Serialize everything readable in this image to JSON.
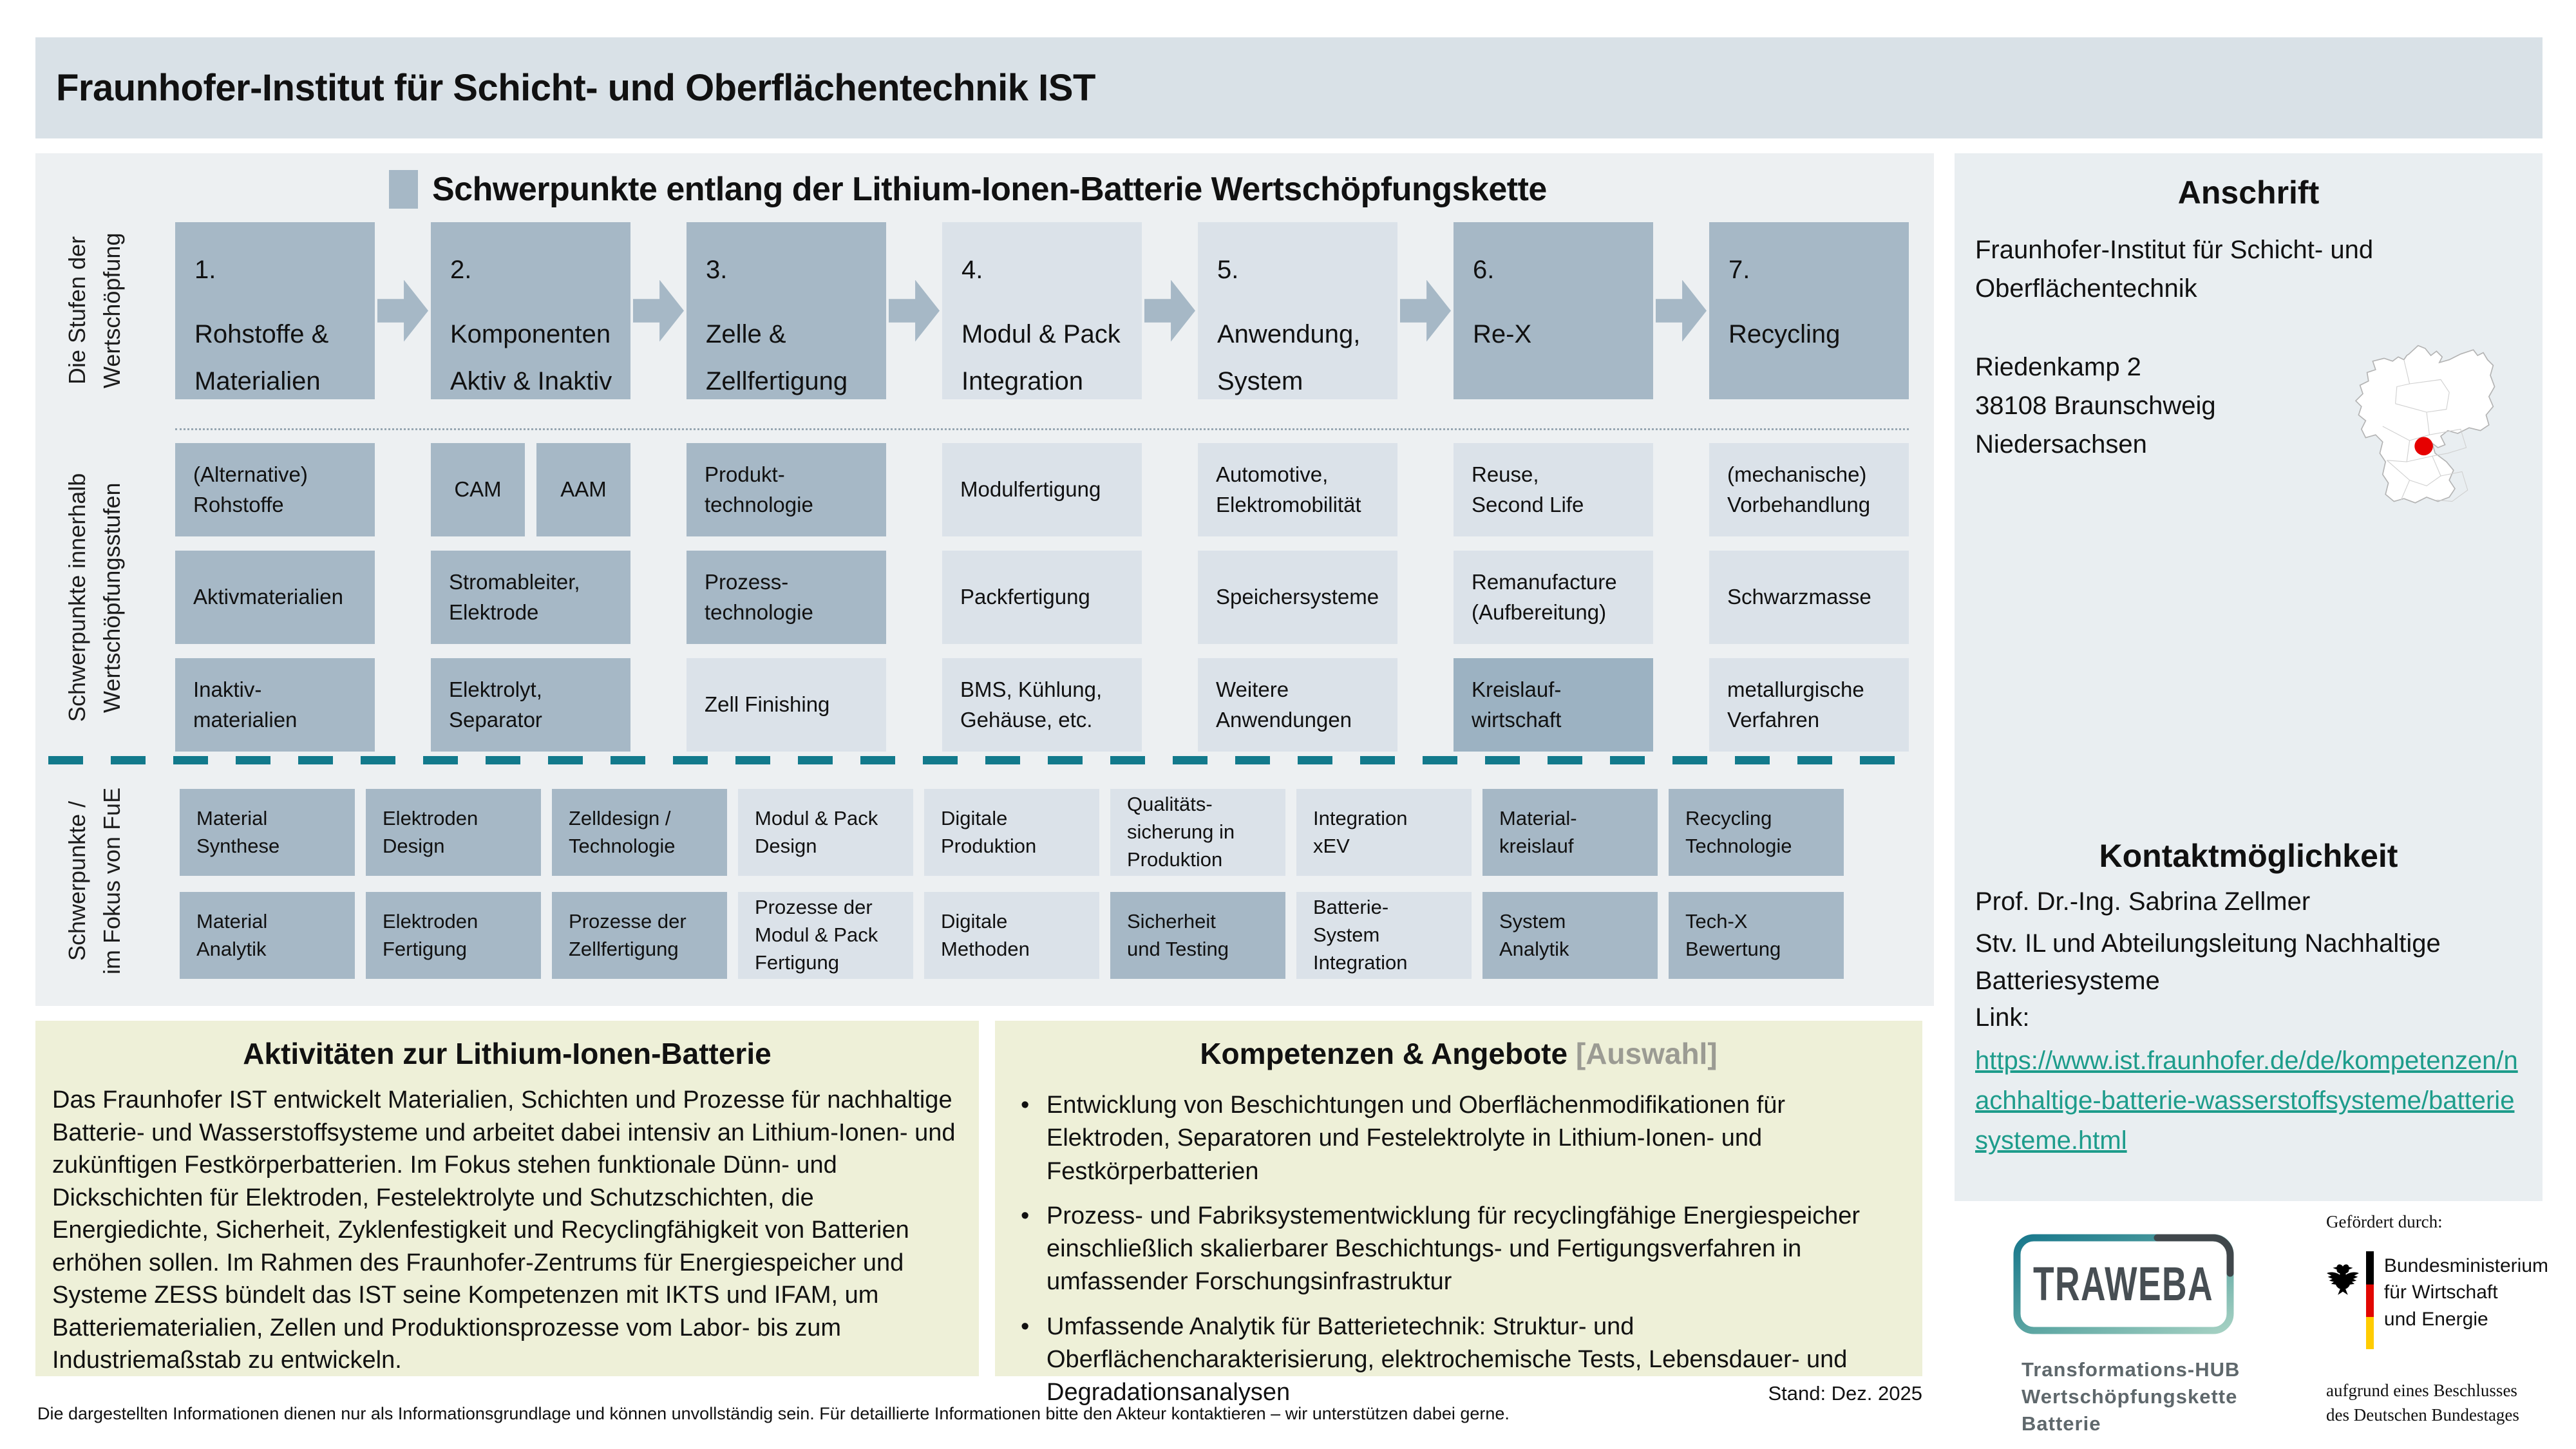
{
  "header": {
    "title": "Fraunhofer-Institut für Schicht- und Oberflächentechnik IST"
  },
  "chain": {
    "section_title": "Schwerpunkte entlang der Lithium-Ionen-Batterie Wertschöpfungskette",
    "row_labels": {
      "stages": "Die Stufen der\nWertschöpfung",
      "within": "Schwerpunkte innerhalb\nWertschöpfungsstufen",
      "fue": "Schwerpunkte /\nim Fokus von FuE"
    },
    "stages": [
      {
        "num": "1.",
        "label": "Rohstoffe &\nMaterialien",
        "tone": "dark"
      },
      {
        "num": "2.",
        "label": "Komponenten\nAktiv & Inaktiv",
        "tone": "dark"
      },
      {
        "num": "3.",
        "label": "Zelle &\nZellfertigung",
        "tone": "dark"
      },
      {
        "num": "4.",
        "label": "Modul & Pack\nIntegration",
        "tone": "light"
      },
      {
        "num": "5.",
        "label": "Anwendung,\nSystem",
        "tone": "light"
      },
      {
        "num": "6.",
        "label": "Re-X",
        "tone": "dark"
      },
      {
        "num": "7.",
        "label": "Recycling",
        "tone": "dark"
      }
    ],
    "matrix": [
      [
        {
          "text": "(Alternative)\nRohstoffe",
          "tone": "dark"
        },
        {
          "split": [
            {
              "text": "CAM",
              "tone": "dark"
            },
            {
              "text": "AAM",
              "tone": "dark"
            }
          ]
        },
        {
          "text": "Produkt-\ntechnologie",
          "tone": "dark"
        },
        {
          "text": "Modulfertigung",
          "tone": "light"
        },
        {
          "text": "Automotive,\nElektromobilität",
          "tone": "light"
        },
        {
          "text": "Reuse,\nSecond Life",
          "tone": "light"
        },
        {
          "text": "(mechanische)\nVorbehandlung",
          "tone": "light"
        }
      ],
      [
        {
          "text": "Aktivmaterialien",
          "tone": "dark"
        },
        {
          "text": "Stromableiter,\nElektrode",
          "tone": "dark"
        },
        {
          "text": "Prozess-\ntechnologie",
          "tone": "dark"
        },
        {
          "text": "Packfertigung",
          "tone": "light"
        },
        {
          "text": "Speichersysteme",
          "tone": "light"
        },
        {
          "text": "Remanufacture\n(Aufbereitung)",
          "tone": "light"
        },
        {
          "text": "Schwarzmasse",
          "tone": "light"
        }
      ],
      [
        {
          "text": "Inaktiv-\nmaterialien",
          "tone": "dark"
        },
        {
          "text": "Elektrolyt,\nSeparator",
          "tone": "dark"
        },
        {
          "text": "Zell Finishing",
          "tone": "light"
        },
        {
          "text": "BMS, Kühlung,\nGehäuse, etc.",
          "tone": "light"
        },
        {
          "text": "Weitere\nAnwendungen",
          "tone": "light"
        },
        {
          "text": "Kreislauf-\nwirtschaft",
          "tone": "highlight"
        },
        {
          "text": "metallurgische\nVerfahren",
          "tone": "light"
        }
      ]
    ],
    "fue": [
      [
        {
          "text": "Material\nSynthese",
          "tone": "dark"
        },
        {
          "text": "Elektroden\nDesign",
          "tone": "dark"
        },
        {
          "text": "Zelldesign /\nTechnologie",
          "tone": "dark"
        },
        {
          "text": "Modul & Pack\nDesign",
          "tone": "light"
        },
        {
          "text": "Digitale\nProduktion",
          "tone": "light"
        },
        {
          "text": "Qualitäts-\nsicherung in\nProduktion",
          "tone": "light"
        },
        {
          "text": "Integration\nxEV",
          "tone": "light"
        },
        {
          "text": "Material-\nkreislauf",
          "tone": "dark"
        },
        {
          "text": "Recycling\nTechnologie",
          "tone": "dark"
        }
      ],
      [
        {
          "text": "Material\nAnalytik",
          "tone": "dark"
        },
        {
          "text": "Elektroden\nFertigung",
          "tone": "dark"
        },
        {
          "text": "Prozesse der\nZellfertigung",
          "tone": "dark"
        },
        {
          "text": "Prozesse der\nModul & Pack\nFertigung",
          "tone": "light"
        },
        {
          "text": "Digitale\nMethoden",
          "tone": "light"
        },
        {
          "text": "Sicherheit\nund Testing",
          "tone": "dark"
        },
        {
          "text": "Batterie-\nSystem\nIntegration",
          "tone": "light"
        },
        {
          "text": "System\nAnalytik",
          "tone": "dark"
        },
        {
          "text": "Tech-X\nBewertung",
          "tone": "dark"
        }
      ]
    ]
  },
  "address": {
    "heading": "Anschrift",
    "org": "Fraunhofer-Institut für Schicht- und Oberflächentechnik",
    "street": "Riedenkamp 2",
    "city": "38108 Braunschweig",
    "state": "Niedersachsen"
  },
  "contact": {
    "heading": "Kontaktmöglichkeit",
    "name": "Prof. Dr.-Ing. Sabrina Zellmer",
    "role": "Stv. IL und Abteilungsleitung Nachhaltige Batteriesysteme",
    "link_label": "Link:",
    "link_url": "https://www.ist.fraunhofer.de/de/kompetenzen/nachhaltige-batterie-wasserstoffsysteme/batteriesysteme.html"
  },
  "activities": {
    "title": "Aktivitäten zur Lithium-Ionen-Batterie",
    "body": "Das Fraunhofer IST entwickelt Materialien, Schichten und Prozesse für nachhaltige Batterie- und Wasserstoffsysteme und arbeitet dabei intensiv an Lithium-Ionen- und zukünftigen Festkörperbatterien. Im Fokus stehen funktionale Dünn- und Dickschichten für Elektroden, Festelektrolyte und Schutzschichten, die Energiedichte, Sicherheit, Zyklenfestigkeit und Recyclingfähigkeit von Batterien erhöhen sollen. Im Rahmen des Fraunhofer-Zentrums für Energiespeicher und Systeme ZESS bündelt das IST seine Kompetenzen mit IKTS und IFAM, um Batteriematerialien, Zellen und Produktionsprozesse vom Labor- bis zum Industriemaßstab zu entwickeln."
  },
  "competences": {
    "title": "Kompetenzen & Angebote",
    "title_suffix": "[Auswahl]",
    "bullets": [
      "Entwicklung von Beschichtungen und Oberflächenmodifikationen für Elektroden, Separatoren und Festelektrolyte in Lithium-Ionen- und Festkörperbatterien",
      "Prozess- und Fabriksystementwicklung für recyclingfähige Energiespeicher einschließlich skalierbarer Beschichtungs- und Fertigungsverfahren in umfassender Forschungsinfrastruktur",
      "Umfassende Analytik für Batterietechnik: Struktur- und Oberflächencharakterisierung, elektrochemische Tests, Lebensdauer- und Degradationsanalysen"
    ]
  },
  "traweba": {
    "wordmark": "TRAWEBA",
    "subtitle": "Transformations-HUB\nWertschöpfungskette\nBatterie"
  },
  "funding": {
    "caption": "Gefördert durch:",
    "ministry": "Bundesministerium\nfür Wirtschaft\nund Energie",
    "note": "aufgrund eines Beschlusses\ndes Deutschen Bundestages"
  },
  "meta": {
    "stand": "Stand: Dez. 2025"
  },
  "footer": {
    "disclaimer": "Die dargestellten Informationen dienen nur als Informationsgrundlage und können unvollständig sein. Für detaillierte Informationen bitte den Akteur kontaktieren – wir unterstützen dabei gerne."
  },
  "colors": {
    "header_bg": "#d9e1e7",
    "main_bg": "#edf0f2",
    "right_bg": "#e9eef1",
    "yellow_bg": "#eef0d8",
    "box_dark": "#a6b8c6",
    "box_light": "#dbe2e9",
    "box_hl": "#9cb2c2",
    "teal": "#127a8c",
    "link": "#1d9c8b",
    "accent_red": "#e60000"
  }
}
